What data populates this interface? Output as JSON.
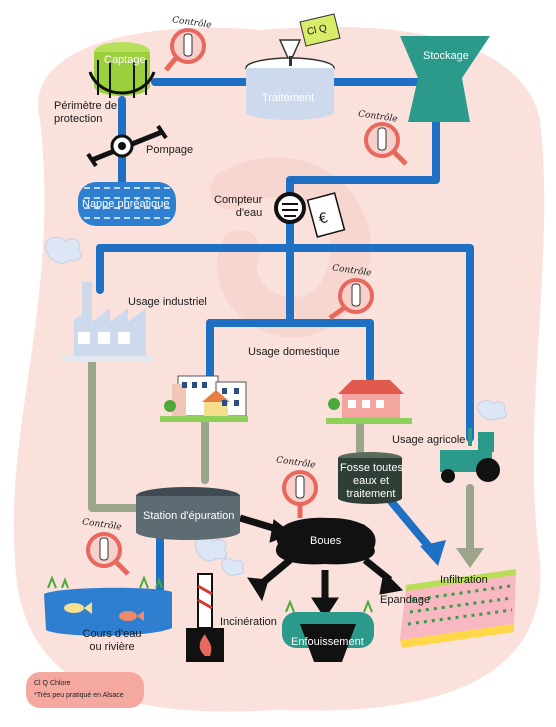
{
  "labels": {
    "captage": "Captage",
    "perimetre": "Périmètre de\nprotection",
    "traitement": "Traitement",
    "stockage": "Stockage",
    "pompage": "Pompage",
    "nappe": "Nappe phréatique",
    "compteur": "Compteur\nd'eau",
    "usage_industriel": "Usage industriel",
    "usage_domestique": "Usage domestique",
    "usage_agricole": "Usage agricole",
    "fosse": "Fosse toutes\neaux et\ntraitement",
    "station": "Station d'épuration",
    "boues": "Boues",
    "cours_eau": "Cours d'eau\nou rivière",
    "incineration": "Incinération",
    "epandage": "Epandage",
    "enfouissement": "Enfouissement",
    "infiltration": "Infiltration",
    "tag": "Cl Q"
  },
  "controle_label": "Contrôle",
  "legend": {
    "line1": "Cl Q  Chlore",
    "line2": "*Très peu pratiqué en Alsace"
  },
  "colors": {
    "water_pipe": "#1f6fc2",
    "wastewater_pipe": "#9aa58a",
    "background_blob": "#fbe1dc",
    "stockage_tank": "#2b9a8a",
    "captage_green": "#9ccf3c",
    "nappe_blue": "#2f7fd1",
    "boues_black": "#111111",
    "legend_pink": "#f4a8a0",
    "control_red": "#e8685e",
    "tag_yellow": "#d8ec6a"
  }
}
